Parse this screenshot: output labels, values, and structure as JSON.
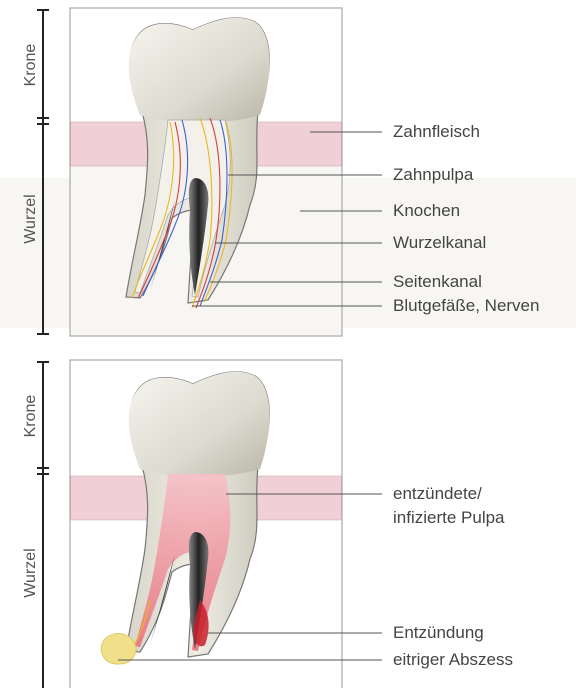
{
  "diagram_top": {
    "axis_labels": {
      "crown": "Krone",
      "root": "Wurzel"
    },
    "labels": {
      "gum": "Zahnfleisch",
      "pulp": "Zahnpulpa",
      "bone": "Knochen",
      "root_canal": "Wurzelkanal",
      "side_canal": "Seitenkanal",
      "vessels": "Blutgefäße, Nerven"
    }
  },
  "diagram_bottom": {
    "axis_labels": {
      "crown": "Krone",
      "root": "Wurzel"
    },
    "labels": {
      "inflamed_pulp_line1": "entzündete/",
      "inflamed_pulp_line2": "infizierte Pulpa",
      "inflammation": "Entzündung",
      "abscess": "eitriger Abszess"
    }
  },
  "colors": {
    "gum": "#f0cfd6",
    "bone": "#f5f3ee",
    "tooth": "#e8e6dc",
    "inflamed": "#e04050",
    "abscess": "#f0e08a"
  }
}
